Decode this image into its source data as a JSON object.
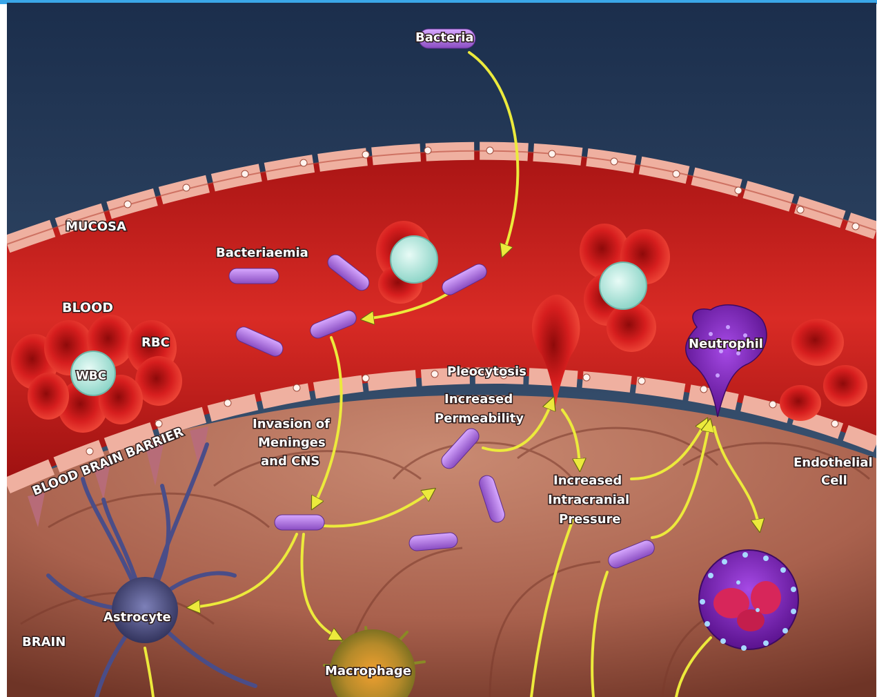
{
  "labels": {
    "bacteria": "Bacteria",
    "mucosa": "MUCOSA",
    "bacteriaemia": "Bacteriaemia",
    "blood": "BLOOD",
    "rbc": "RBC",
    "wbc": "WBC",
    "pleocytosis": "Pleocytosis",
    "increased_permeability_1": "Increased",
    "increased_permeability_2": "Permeability",
    "neutrophil": "Neutrophil",
    "invasion_1": "Invasion of",
    "invasion_2": "Meninges",
    "invasion_3": "and CNS",
    "bbb": "BLOOD BRAIN BARRIER",
    "icp_1": "Increased",
    "icp_2": "Intracranial",
    "icp_3": "Pressure",
    "endothelial_1": "Endothelial",
    "endothelial_2": "Cell",
    "astrocyte": "Astrocyte",
    "brain": "BRAIN",
    "macrophage": "Macrophage"
  },
  "colors": {
    "background_top": "#1e3350",
    "background_bottom": "#3f5878",
    "blood_layer": "#c81f1f",
    "mucosa_cells": "#e89a8a",
    "brain_tissue": "#b06a55",
    "arrow": "#e8e23a",
    "bacteria": "#a970d6",
    "neutrophil": "#7a1fb8",
    "astrocyte": "#4c4f8a",
    "macrophage": "#c99a28",
    "band": "#3aa6e8"
  }
}
